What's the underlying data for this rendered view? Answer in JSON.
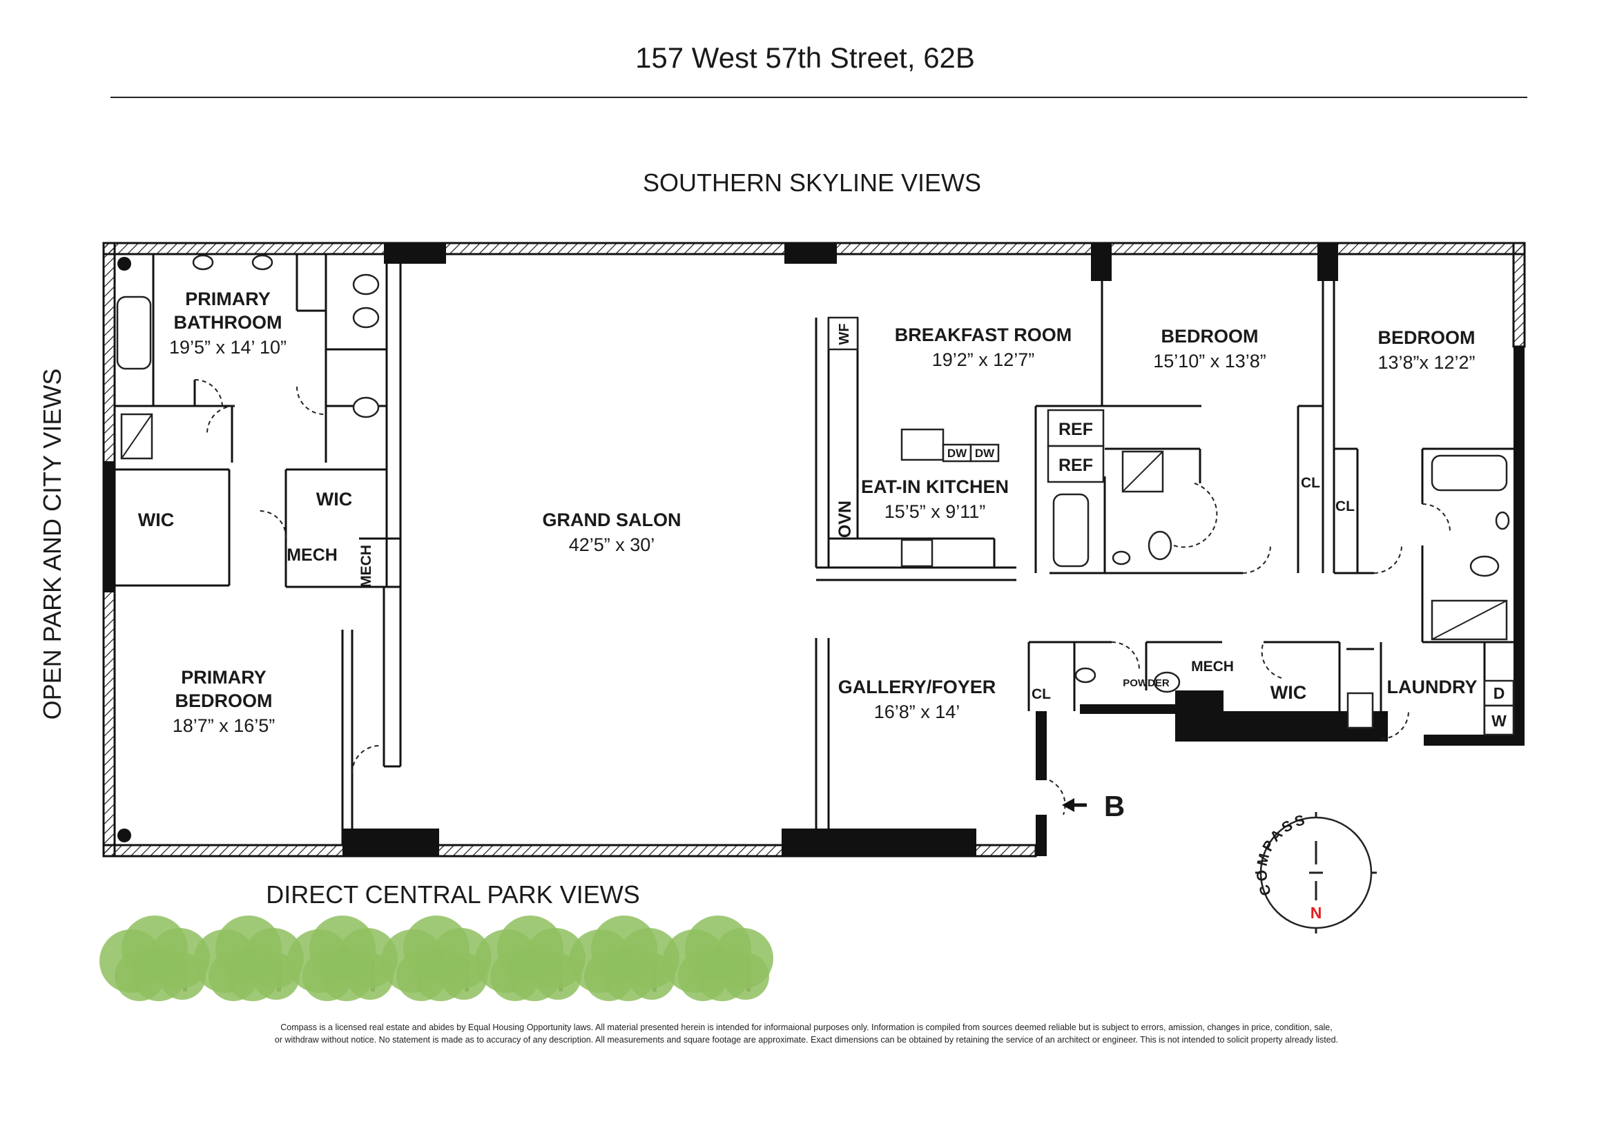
{
  "header": {
    "title": "157 West 57th Street, 62B"
  },
  "views": {
    "top": "SOUTHERN SKYLINE VIEWS",
    "left": "OPEN PARK AND CITY VIEWS",
    "bottom": "DIRECT CENTRAL PARK VIEWS"
  },
  "rooms": {
    "primary_bathroom": {
      "name_line1": "PRIMARY",
      "name_line2": "BATHROOM",
      "dims": "19’5” x 14’ 10”"
    },
    "wic_left": {
      "name": "WIC"
    },
    "wic_center": {
      "name": "WIC"
    },
    "mech_a": {
      "name": "MECH"
    },
    "mech_b": {
      "name": "MECH"
    },
    "primary_bedroom": {
      "name_line1": "PRIMARY",
      "name_line2": "BEDROOM",
      "dims": "18’7” x 16’5”"
    },
    "grand_salon": {
      "name": "GRAND SALON",
      "dims": "42’5” x 30’"
    },
    "breakfast_room": {
      "name": "BREAKFAST ROOM",
      "dims": "19’2” x 12’7”"
    },
    "eat_in_kitchen": {
      "name": "EAT-IN KITCHEN",
      "dims": "15’5” x 9’11”"
    },
    "bedroom_1": {
      "name": "BEDROOM",
      "dims": "15’10” x 13’8”"
    },
    "bedroom_2": {
      "name": "BEDROOM",
      "dims": "13’8”x 12’2”"
    },
    "gallery_foyer": {
      "name": "GALLERY/FOYER",
      "dims": "16’8” x 14’"
    },
    "powder": {
      "name": "POWDER"
    },
    "mech_c": {
      "name": "MECH"
    },
    "wic_right": {
      "name": "WIC"
    },
    "laundry": {
      "name": "LAUNDRY"
    }
  },
  "fixtures": {
    "wf": "WF",
    "ovn": "OVN",
    "dw1": "DW",
    "dw2": "DW",
    "ref1": "REF",
    "ref2": "REF",
    "cl1": "CL",
    "cl2": "CL",
    "cl3": "CL",
    "washer": "W",
    "dryer": "D"
  },
  "entrance": {
    "label": "B"
  },
  "compass": {
    "ring_text": "COMPASS",
    "north": "N"
  },
  "disclaimer": {
    "line1": "Compass is a licensed real estate and abides by Equal Housing Opportunity laws. All material presented herein is intended for informaional purposes only. Information is compiled from sources deemed reliable but is subject to errors, amission, changes in price, condition, sale,",
    "line2": "or withdraw without notice. No statement is made as to accuracy of any description. All measurements and square footage are approximate. Exact dimensions can be obtained by retaining the service of an architect or engineer. This is not intended to solicit property already listed."
  },
  "colors": {
    "wall": "#111111",
    "tree_green": "#8fbf5f",
    "tree_trunk": "#7a6a5a",
    "north_red": "#e02020"
  }
}
